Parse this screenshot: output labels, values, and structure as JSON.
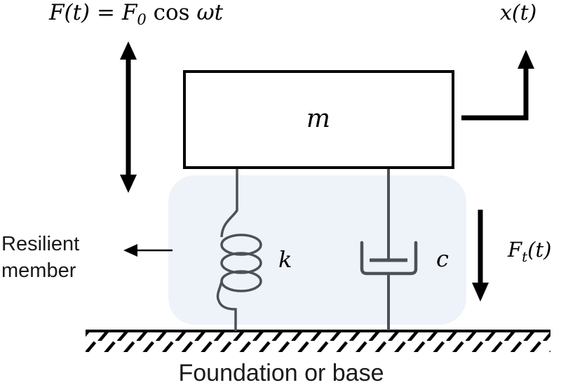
{
  "colors": {
    "background": "#ffffff",
    "ink": "#000000",
    "component_stroke": "#4d5157",
    "isolator_fill": "#eef3f9",
    "text": "#1a1a1a"
  },
  "labels": {
    "force_formula": {
      "prefix": "F(t) = F",
      "sub": "0",
      "fn": " cos ",
      "var": "ωt"
    },
    "displacement": "x(t)",
    "mass": "m",
    "spring": "k",
    "damper": "c",
    "transmitted_force": {
      "prefix": "F",
      "sub": "t",
      "suffix": "(t)"
    },
    "resilient_member": {
      "line1": "Resilient",
      "line2": "member"
    },
    "foundation": "Foundation or base"
  }
}
